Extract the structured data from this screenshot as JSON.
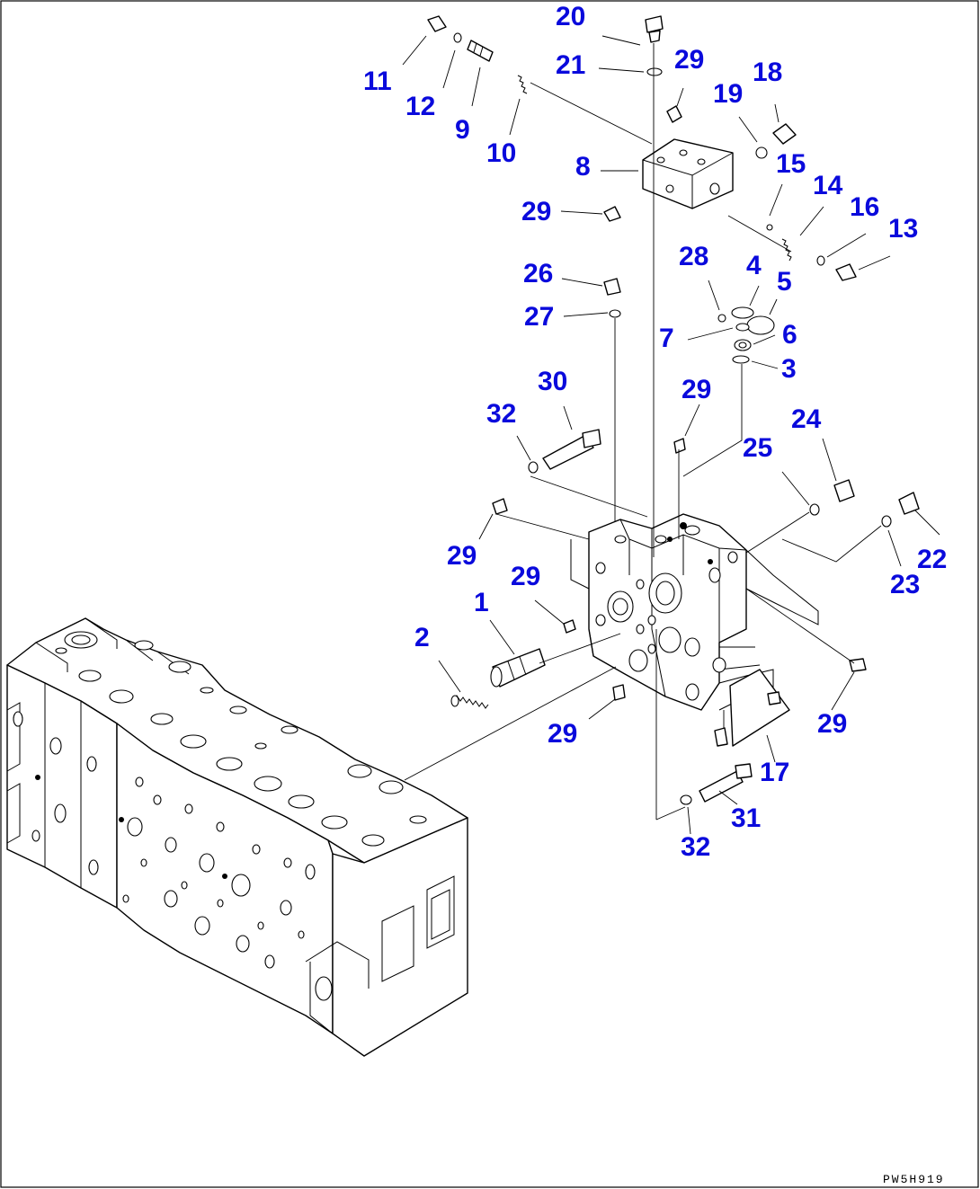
{
  "diagram": {
    "callouts": [
      {
        "id": "20",
        "text": "20"
      },
      {
        "id": "21",
        "text": "21"
      },
      {
        "id": "29a",
        "text": "29"
      },
      {
        "id": "18",
        "text": "18"
      },
      {
        "id": "19",
        "text": "19"
      },
      {
        "id": "11",
        "text": "11"
      },
      {
        "id": "12",
        "text": "12"
      },
      {
        "id": "9",
        "text": "9"
      },
      {
        "id": "10",
        "text": "10"
      },
      {
        "id": "8",
        "text": "8"
      },
      {
        "id": "15",
        "text": "15"
      },
      {
        "id": "14",
        "text": "14"
      },
      {
        "id": "16",
        "text": "16"
      },
      {
        "id": "13",
        "text": "13"
      },
      {
        "id": "29b",
        "text": "29"
      },
      {
        "id": "26",
        "text": "26"
      },
      {
        "id": "28",
        "text": "28"
      },
      {
        "id": "4",
        "text": "4"
      },
      {
        "id": "5",
        "text": "5"
      },
      {
        "id": "27",
        "text": "27"
      },
      {
        "id": "7",
        "text": "7"
      },
      {
        "id": "6",
        "text": "6"
      },
      {
        "id": "3",
        "text": "3"
      },
      {
        "id": "30",
        "text": "30"
      },
      {
        "id": "29c",
        "text": "29"
      },
      {
        "id": "32a",
        "text": "32"
      },
      {
        "id": "24",
        "text": "24"
      },
      {
        "id": "25",
        "text": "25"
      },
      {
        "id": "29d",
        "text": "29"
      },
      {
        "id": "22",
        "text": "22"
      },
      {
        "id": "23",
        "text": "23"
      },
      {
        "id": "29e",
        "text": "29"
      },
      {
        "id": "1",
        "text": "1"
      },
      {
        "id": "2",
        "text": "2"
      },
      {
        "id": "29f",
        "text": "29"
      },
      {
        "id": "29g",
        "text": "29"
      },
      {
        "id": "17",
        "text": "17"
      },
      {
        "id": "31",
        "text": "31"
      },
      {
        "id": "32b",
        "text": "32"
      }
    ],
    "drawing_code": "PW5H919"
  }
}
